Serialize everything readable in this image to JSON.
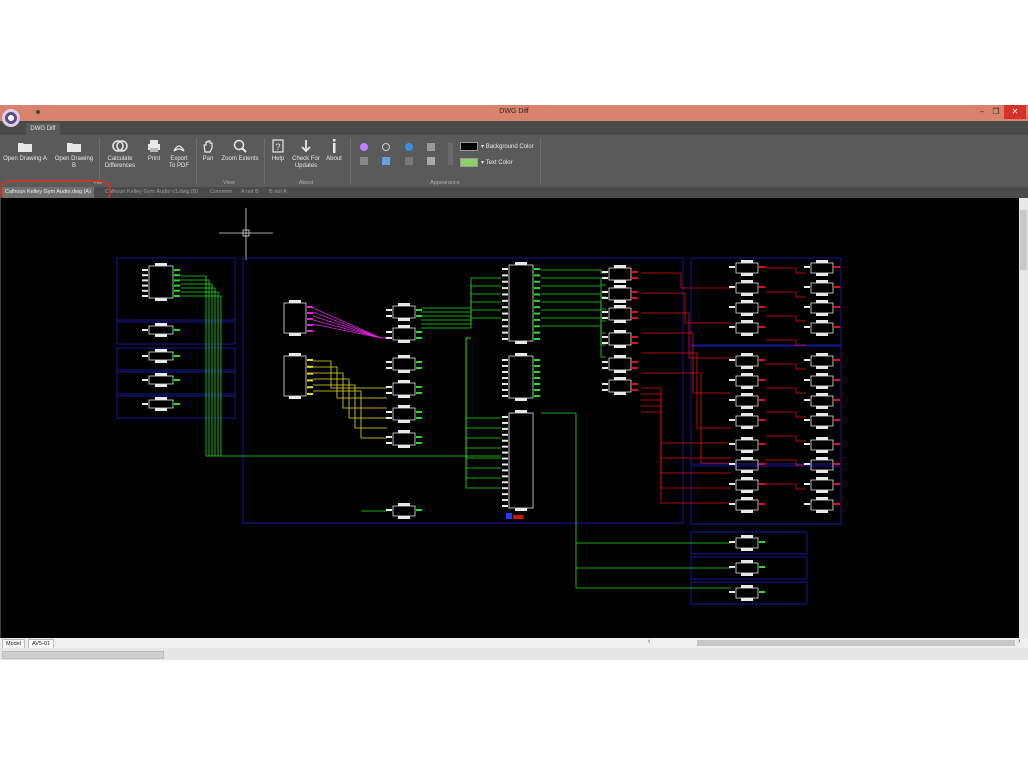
{
  "window": {
    "title": "DWG Diff",
    "minimize": "–",
    "restore": "❐",
    "close": "✕"
  },
  "ribbon_tab": "DWG Diff",
  "ribbon": {
    "open_a": "Open Drawing A",
    "open_b": "Open Drawing B",
    "calculate": [
      "Calculate",
      "Differences"
    ],
    "print": "Print",
    "export": [
      "Export",
      "To PDF"
    ],
    "pan": "Pan",
    "zoom_extents": "Zoom Extents",
    "help": "Help",
    "check_updates": [
      "Check For",
      "Updates"
    ],
    "about": "About",
    "groups": {
      "file": "File",
      "view": "View",
      "about": "About",
      "appearance": "Appearance"
    },
    "background_color": "Background Color",
    "text_color": "Text Color",
    "colors": {
      "background_swatch": "#000000",
      "text_swatch": "#8ecf6a"
    }
  },
  "doc_tabs": [
    "Calhoun Kelley Gym Audio.dwg (A)",
    "Calhoun Kelley Gym Audio v1.dwg (B)",
    "Common",
    "A not B",
    "B not A"
  ],
  "layout_tabs": [
    "Model",
    "AV5-01"
  ],
  "colors": {
    "green": "#20e020",
    "red": "#e01010",
    "yellow": "#e8e020",
    "magenta": "#e020e0",
    "blue": "#2020c0"
  }
}
